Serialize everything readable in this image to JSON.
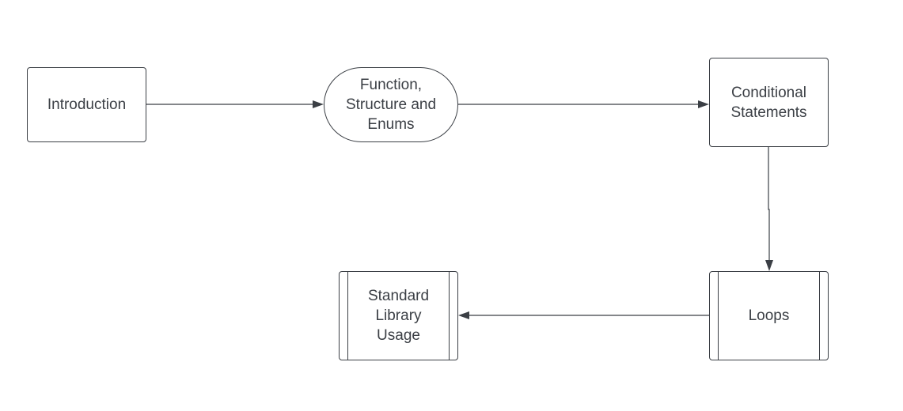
{
  "diagram": {
    "colors": {
      "stroke": "#3b3f45",
      "text": "#3b3f45",
      "background": "#ffffff"
    },
    "nodes": {
      "introduction": {
        "shape": "rectangle",
        "label": "Introduction"
      },
      "function_structure_enums": {
        "shape": "terminal",
        "label": "Function,\nStructure and\nEnums"
      },
      "conditional_statements": {
        "shape": "rectangle",
        "label": "Conditional\nStatements"
      },
      "loops": {
        "shape": "subprocess",
        "label": "Loops"
      },
      "standard_library_usage": {
        "shape": "subprocess",
        "label": "Standard\nLibrary\nUsage"
      }
    },
    "edges": [
      {
        "from": "introduction",
        "to": "function_structure_enums"
      },
      {
        "from": "function_structure_enums",
        "to": "conditional_statements"
      },
      {
        "from": "conditional_statements",
        "to": "loops"
      },
      {
        "from": "loops",
        "to": "standard_library_usage"
      }
    ]
  }
}
